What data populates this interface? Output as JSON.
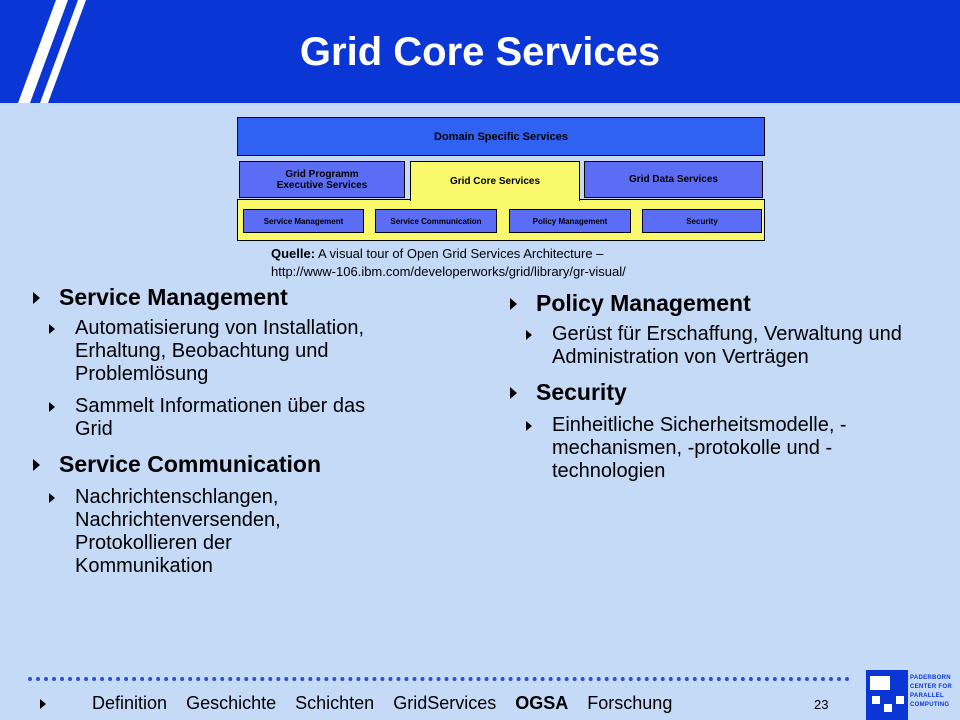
{
  "title": "Grid Core Services",
  "diagram": {
    "domain_specific": "Domain Specific Services",
    "programm_executive_1": "Grid Programm",
    "programm_executive_2": "Executive Services",
    "core": "Grid Core Services",
    "data": "Grid Data Services",
    "subs": [
      "Service Management",
      "Service Communication",
      "Policy Management",
      "Security"
    ]
  },
  "source": {
    "label": "Quelle:",
    "text": "A visual tour of Open Grid Services Architecture –",
    "url": "http://www-106.ibm.com/developerworks/grid/library/gr-visual/"
  },
  "left_column": [
    {
      "heading": "Service Management",
      "items": [
        "Automatisierung von Installation, Erhaltung, Beobachtung und Problemlösung",
        "Sammelt Informationen über das Grid"
      ]
    },
    {
      "heading": "Service Communication",
      "items": [
        "Nachrichtenschlangen, Nachrichtenversenden, Protokollieren der Kommunikation"
      ]
    }
  ],
  "right_column": [
    {
      "heading": "Policy Management",
      "items": [
        "Gerüst für Erschaffung, Verwaltung und Administration von Verträgen"
      ]
    },
    {
      "heading": "Security",
      "items": [
        "Einheitliche Sicherheitsmodelle, -mechanismen, -protokolle und -technologien"
      ]
    }
  ],
  "footer": {
    "nav": [
      "Definition",
      "Geschichte",
      "Schichten",
      "GridServices",
      "OGSA",
      "Forschung"
    ],
    "active": "OGSA",
    "page_number": "23",
    "logo_lines": [
      "PADERBORN",
      "CENTER FOR",
      "PARALLEL",
      "COMPUTING"
    ]
  },
  "colors": {
    "header": "#0a36d6",
    "background": "#c4daf6",
    "diagram_yellow": "#f9f96b",
    "diagram_blue": "#5b6df4"
  }
}
